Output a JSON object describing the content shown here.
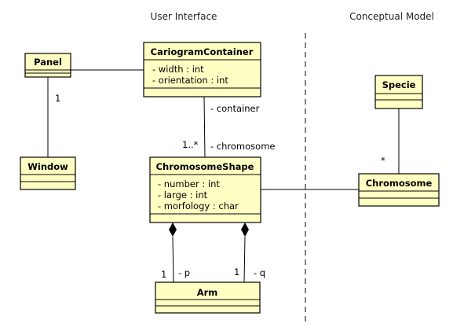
{
  "sections": {
    "user_interface": "User Interface",
    "conceptual_model": "Conceptual Model"
  },
  "classes": {
    "panel": {
      "name": "Panel",
      "attributes": []
    },
    "window": {
      "name": "Window",
      "attributes": []
    },
    "cariogram_container": {
      "name": "CariogramContainer",
      "attributes": [
        "- width : int",
        "- orientation : int"
      ]
    },
    "chromosome_shape": {
      "name": "ChromosomeShape",
      "attributes": [
        "- number : int",
        "- large : int",
        "- morfology : char"
      ]
    },
    "arm": {
      "name": "Arm",
      "attributes": []
    },
    "specie": {
      "name": "Specie",
      "attributes": []
    },
    "chromosome": {
      "name": "Chromosome",
      "attributes": []
    }
  },
  "associations": {
    "panel_window": {
      "multiplicity": "1"
    },
    "container_shape": {
      "role_container": "- container",
      "multiplicity": "1..*",
      "role_chromosome": "- chromosome"
    },
    "shape_arm_p": {
      "multiplicity": "1",
      "role": "- p"
    },
    "shape_arm_q": {
      "multiplicity": "1",
      "role": "- q"
    },
    "specie_chromosome": {
      "multiplicity": "*"
    }
  }
}
